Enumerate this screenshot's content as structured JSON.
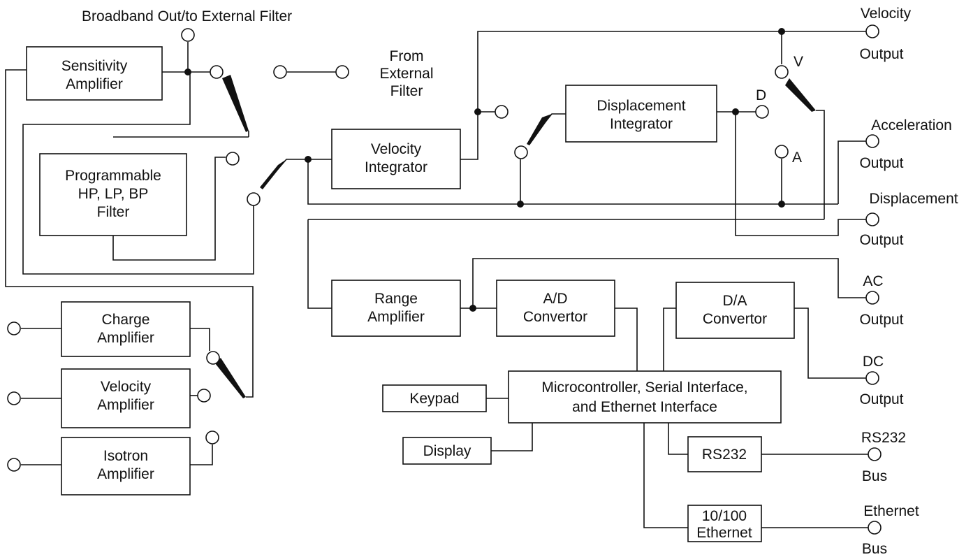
{
  "blocks": {
    "sensitivity_amplifier": [
      "Sensitivity",
      "Amplifier"
    ],
    "programmable_filter": [
      "Programmable",
      "HP, LP, BP",
      "Filter"
    ],
    "charge_amplifier": [
      "Charge",
      "Amplifier"
    ],
    "velocity_amplifier": [
      "Velocity",
      "Amplifier"
    ],
    "isotron_amplifier": [
      "Isotron",
      "Amplifier"
    ],
    "velocity_integrator": [
      "Velocity",
      "Integrator"
    ],
    "displacement_integrator": [
      "Displacement",
      "Integrator"
    ],
    "range_amplifier": [
      "Range",
      "Amplifier"
    ],
    "ad_convertor": [
      "A/D",
      "Convertor"
    ],
    "da_convertor": [
      "D/A",
      "Convertor"
    ],
    "microcontroller": [
      "Microcontroller, Serial Interface,",
      "and Ethernet Interface"
    ],
    "keypad": [
      "Keypad"
    ],
    "display": [
      "Display"
    ],
    "rs232": [
      "RS232"
    ],
    "ethernet_module": [
      "10/100",
      "Ethernet"
    ]
  },
  "labels": {
    "broadband_out": "Broadband Out/to External Filter",
    "from_external_filter": [
      "From",
      "External",
      "Filter"
    ],
    "switch_d": "D",
    "switch_v": "V",
    "switch_a": "A"
  },
  "outputs": {
    "velocity": [
      "Velocity",
      "Output"
    ],
    "acceleration": [
      "Acceleration",
      "Output"
    ],
    "displacement": [
      "Displacement",
      "Output"
    ],
    "ac": [
      "AC",
      "Output"
    ],
    "dc": [
      "DC",
      "Output"
    ],
    "rs232_bus": [
      "RS232",
      "Bus"
    ],
    "ethernet_bus": [
      "Ethernet",
      "Bus"
    ]
  }
}
